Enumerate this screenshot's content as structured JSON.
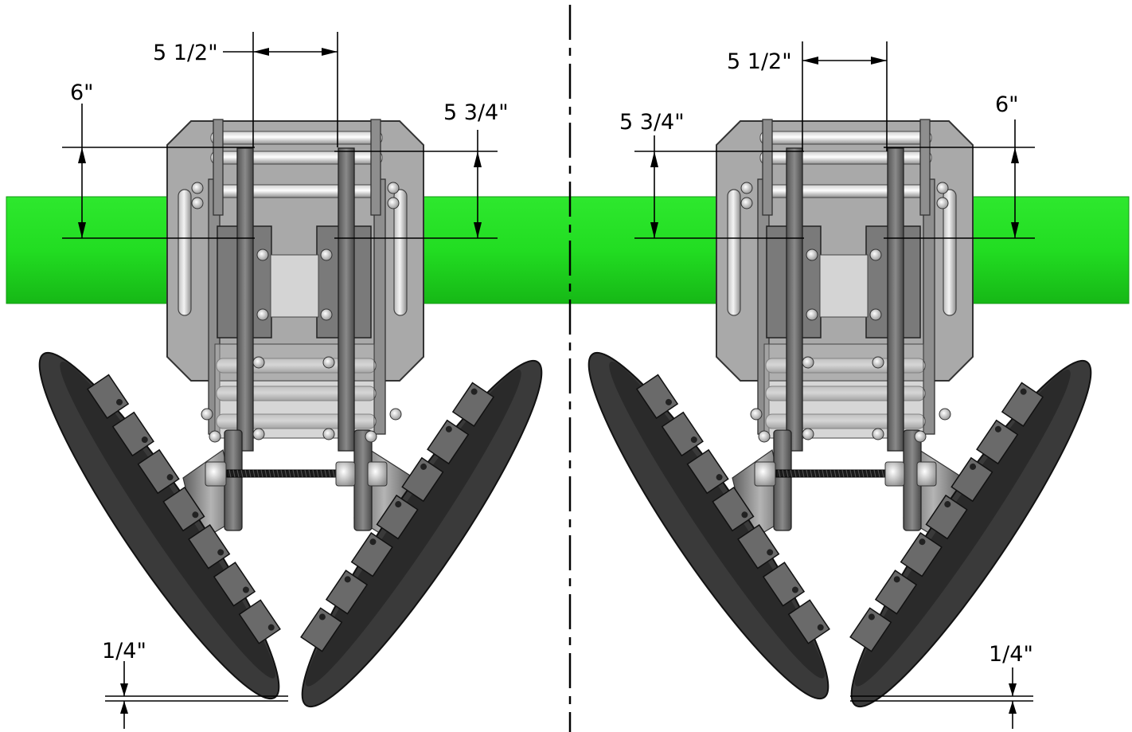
{
  "dimensions": {
    "left": {
      "spacing": "5 1/2\"",
      "height_a": "6\"",
      "height_b": "5 3/4\"",
      "gap": "1/4\""
    },
    "right": {
      "spacing": "5 1/2\"",
      "height_a": "5 3/4\"",
      "height_b": "6\"",
      "gap": "1/4\""
    }
  },
  "colors": {
    "beam": "#22dd22",
    "plate": "#a9a9a9",
    "arm": "#6e6e6e",
    "disc": "#3a3a3a",
    "tube": "#8a8a8a",
    "lines": "#000000"
  }
}
